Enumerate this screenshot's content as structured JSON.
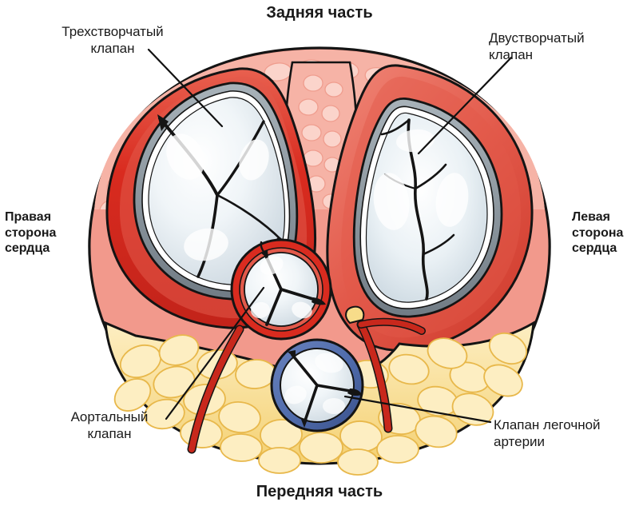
{
  "figure": {
    "title_top": "Задняя часть",
    "title_bottom": "Передняя часть",
    "orientation_left": "Правая\nсторона\nсердца",
    "orientation_right": "Левая\nсторона\nсердца"
  },
  "callouts": {
    "tricuspid": "Трехстворчатый\nклапан",
    "bicuspid": "Двустворчатый\nклапан",
    "aortic": "Аортальный\nклапан",
    "pulmonary": "Клапан легочной\nартерии"
  },
  "colors": {
    "background": "#ffffff",
    "text": "#1a1a1a",
    "leader_line": "#111111",
    "myocardium_deep_red": "#d92b1f",
    "myocardium_mid_red": "#e2594a",
    "epicardium_salmon": "#f2998c",
    "epicardial_fat_pink": "#f6b3a6",
    "epicardial_fat_nodule": "#fbd4cb",
    "adipose_yellow": "#f7dc8a",
    "adipose_yellow_light": "#fdeec2",
    "adipose_outline": "#e8b84b",
    "valve_leaflet_pale": "#dfe8ee",
    "valve_leaflet_highlight": "#ffffff",
    "valve_annulus_gray": "#8a949b",
    "pulmonary_ring_blue": "#4f6bab",
    "pulmonary_ring_blue_dark": "#3c5490",
    "coronary_artery_red": "#c8281c",
    "outline_black": "#141414"
  },
  "structures": [
    {
      "name": "tricuspid-valve",
      "leaflets": 3,
      "side": "right",
      "annulus": "gray"
    },
    {
      "name": "bicuspid-mitral-valve",
      "leaflets": 2,
      "side": "left",
      "annulus": "gray"
    },
    {
      "name": "aortic-valve",
      "leaflets": 3,
      "ring": "red"
    },
    {
      "name": "pulmonary-valve",
      "leaflets": 3,
      "ring": "blue"
    },
    {
      "name": "epicardial-adipose-tissue",
      "ring": "yellow"
    },
    {
      "name": "coronary-artery",
      "ring": "red"
    }
  ]
}
